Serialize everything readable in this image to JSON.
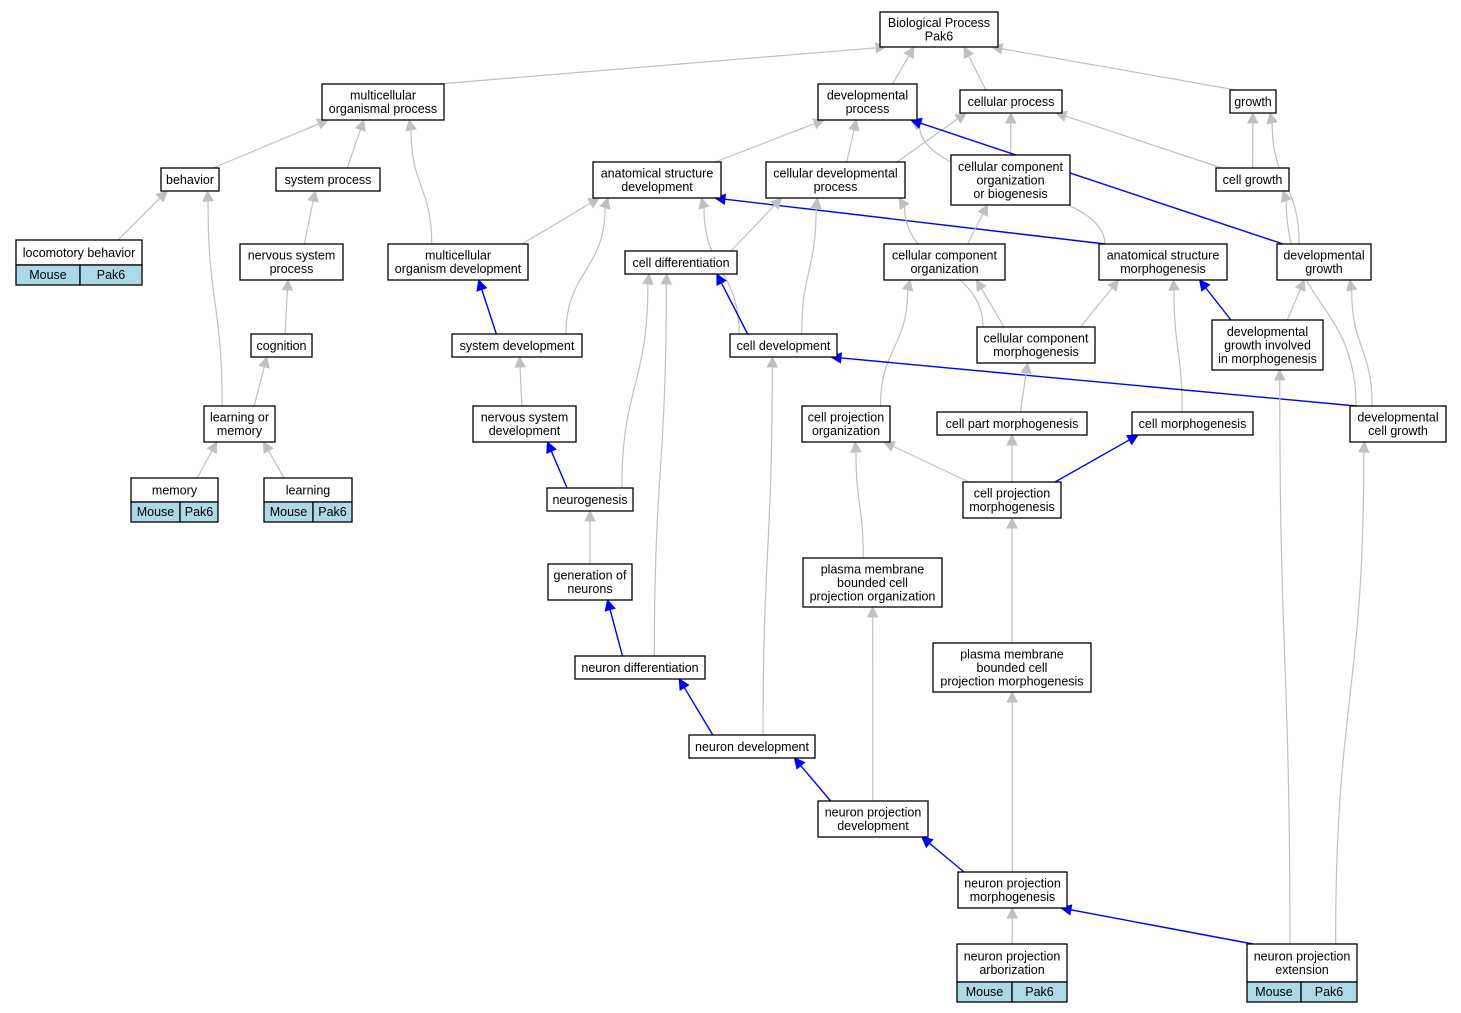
{
  "graph": {
    "colors": {
      "is_a_edge": "#c0c0c0",
      "highlight_edge": "#0000ff",
      "annotation_fill": "#add8e6"
    },
    "nodes": {
      "bp": {
        "lines": [
          "Biological Process",
          "Pak6"
        ]
      },
      "mop": {
        "lines": [
          "multicellular",
          "organismal process"
        ]
      },
      "dp": {
        "lines": [
          "developmental",
          "process"
        ]
      },
      "cp": {
        "lines": [
          "cellular process"
        ]
      },
      "growth": {
        "lines": [
          "growth"
        ]
      },
      "behavior": {
        "lines": [
          "behavior"
        ]
      },
      "sysproc": {
        "lines": [
          "system process"
        ]
      },
      "asd": {
        "lines": [
          "anatomical structure",
          "development"
        ]
      },
      "cdp": {
        "lines": [
          "cellular developmental",
          "process"
        ]
      },
      "ccob": {
        "lines": [
          "cellular component",
          "organization",
          "or biogenesis"
        ]
      },
      "cellgrowth": {
        "lines": [
          "cell growth"
        ]
      },
      "locomotory": {
        "lines": [
          "locomotory behavior"
        ],
        "annotation": [
          "Mouse",
          "Pak6"
        ]
      },
      "nsp": {
        "lines": [
          "nervous system",
          "process"
        ]
      },
      "mod": {
        "lines": [
          "multicellular",
          "organism development"
        ]
      },
      "celldiff": {
        "lines": [
          "cell differentiation"
        ]
      },
      "cco": {
        "lines": [
          "cellular component",
          "organization"
        ]
      },
      "asm": {
        "lines": [
          "anatomical structure",
          "morphogenesis"
        ]
      },
      "devgrowth": {
        "lines": [
          "developmental",
          "growth"
        ]
      },
      "cognition": {
        "lines": [
          "cognition"
        ]
      },
      "sysdev": {
        "lines": [
          "system development"
        ]
      },
      "celldev": {
        "lines": [
          "cell development"
        ]
      },
      "ccm": {
        "lines": [
          "cellular component",
          "morphogenesis"
        ]
      },
      "dgim": {
        "lines": [
          "developmental",
          "growth involved",
          "in morphogenesis"
        ]
      },
      "lom": {
        "lines": [
          "learning or",
          "memory"
        ]
      },
      "nsd": {
        "lines": [
          "nervous system",
          "development"
        ]
      },
      "cpo": {
        "lines": [
          "cell projection",
          "organization"
        ]
      },
      "cpm": {
        "lines": [
          "cell part morphogenesis"
        ]
      },
      "cellmorph": {
        "lines": [
          "cell morphogenesis"
        ]
      },
      "dcg": {
        "lines": [
          "developmental",
          "cell growth"
        ]
      },
      "memory": {
        "lines": [
          "memory"
        ],
        "annotation": [
          "Mouse",
          "Pak6"
        ]
      },
      "learning": {
        "lines": [
          "learning"
        ],
        "annotation": [
          "Mouse",
          "Pak6"
        ]
      },
      "neurogenesis": {
        "lines": [
          "neurogenesis"
        ]
      },
      "cprojm": {
        "lines": [
          "cell projection",
          "morphogenesis"
        ]
      },
      "gon": {
        "lines": [
          "generation of",
          "neurons"
        ]
      },
      "pmbcpo": {
        "lines": [
          "plasma membrane",
          "bounded cell",
          "projection organization"
        ]
      },
      "pmbcpm": {
        "lines": [
          "plasma membrane",
          "bounded cell",
          "projection morphogenesis"
        ]
      },
      "neurondiff": {
        "lines": [
          "neuron differentiation"
        ]
      },
      "neurondev": {
        "lines": [
          "neuron development"
        ]
      },
      "npd": {
        "lines": [
          "neuron projection",
          "development"
        ]
      },
      "npm": {
        "lines": [
          "neuron projection",
          "morphogenesis"
        ]
      },
      "npa": {
        "lines": [
          "neuron projection",
          "arborization"
        ],
        "annotation": [
          "Mouse",
          "Pak6"
        ]
      },
      "npe": {
        "lines": [
          "neuron projection",
          "extension"
        ],
        "annotation": [
          "Mouse",
          "Pak6"
        ]
      }
    },
    "edges": [
      [
        "mop",
        "bp",
        "gray"
      ],
      [
        "dp",
        "bp",
        "gray"
      ],
      [
        "cp",
        "bp",
        "gray"
      ],
      [
        "growth",
        "bp",
        "gray"
      ],
      [
        "behavior",
        "mop",
        "gray"
      ],
      [
        "sysproc",
        "mop",
        "gray"
      ],
      [
        "mod",
        "mop",
        "gray"
      ],
      [
        "asd",
        "dp",
        "gray"
      ],
      [
        "cdp",
        "dp",
        "gray"
      ],
      [
        "cdp",
        "cp",
        "gray"
      ],
      [
        "ccob",
        "cp",
        "gray"
      ],
      [
        "cellgrowth",
        "cp",
        "gray"
      ],
      [
        "cellgrowth",
        "growth",
        "gray"
      ],
      [
        "devgrowth",
        "growth",
        "gray"
      ],
      [
        "asm",
        "dp",
        "gray"
      ],
      [
        "devgrowth",
        "dp",
        "blue"
      ],
      [
        "locomotory",
        "behavior",
        "gray"
      ],
      [
        "lom",
        "behavior",
        "gray"
      ],
      [
        "nsp",
        "sysproc",
        "gray"
      ],
      [
        "cognition",
        "nsp",
        "gray"
      ],
      [
        "lom",
        "cognition",
        "gray"
      ],
      [
        "memory",
        "lom",
        "gray"
      ],
      [
        "learning",
        "lom",
        "gray"
      ],
      [
        "mod",
        "asd",
        "gray"
      ],
      [
        "sysdev",
        "asd",
        "gray"
      ],
      [
        "celldev",
        "asd",
        "gray"
      ],
      [
        "asm",
        "asd",
        "blue"
      ],
      [
        "celldiff",
        "cdp",
        "gray"
      ],
      [
        "celldev",
        "cdp",
        "gray"
      ],
      [
        "cco",
        "ccob",
        "gray"
      ],
      [
        "ccm",
        "cdp",
        "gray"
      ],
      [
        "sysdev",
        "mod",
        "blue"
      ],
      [
        "celldev",
        "celldiff",
        "blue"
      ],
      [
        "neurogenesis",
        "celldiff",
        "gray"
      ],
      [
        "neurondiff",
        "celldiff",
        "gray"
      ],
      [
        "neurondev",
        "celldev",
        "gray"
      ],
      [
        "ccm",
        "cco",
        "gray"
      ],
      [
        "cpo",
        "cco",
        "gray"
      ],
      [
        "ccm",
        "asm",
        "gray"
      ],
      [
        "cellmorph",
        "asm",
        "gray"
      ],
      [
        "dgim",
        "asm",
        "blue"
      ],
      [
        "dgim",
        "devgrowth",
        "gray"
      ],
      [
        "dcg",
        "devgrowth",
        "gray"
      ],
      [
        "dcg",
        "cellgrowth",
        "gray"
      ],
      [
        "nsd",
        "sysdev",
        "gray"
      ],
      [
        "neurogenesis",
        "nsd",
        "blue"
      ],
      [
        "gon",
        "neurogenesis",
        "gray"
      ],
      [
        "neurondiff",
        "gon",
        "blue"
      ],
      [
        "neurondev",
        "neurondiff",
        "blue"
      ],
      [
        "dcg",
        "celldev",
        "blue"
      ],
      [
        "cpm",
        "ccm",
        "gray"
      ],
      [
        "cprojm",
        "cpm",
        "gray"
      ],
      [
        "cprojm",
        "cellmorph",
        "blue"
      ],
      [
        "cprojm",
        "cpo",
        "gray"
      ],
      [
        "pmbcpo",
        "cpo",
        "gray"
      ],
      [
        "npd",
        "pmbcpo",
        "gray"
      ],
      [
        "pmbcpm",
        "cprojm",
        "gray"
      ],
      [
        "npm",
        "pmbcpm",
        "gray"
      ],
      [
        "npd",
        "neurondev",
        "blue"
      ],
      [
        "npm",
        "npd",
        "blue"
      ],
      [
        "npa",
        "npm",
        "gray"
      ],
      [
        "npe",
        "npm",
        "blue"
      ],
      [
        "npe",
        "dgim",
        "gray"
      ],
      [
        "npe",
        "dcg",
        "gray"
      ]
    ]
  }
}
